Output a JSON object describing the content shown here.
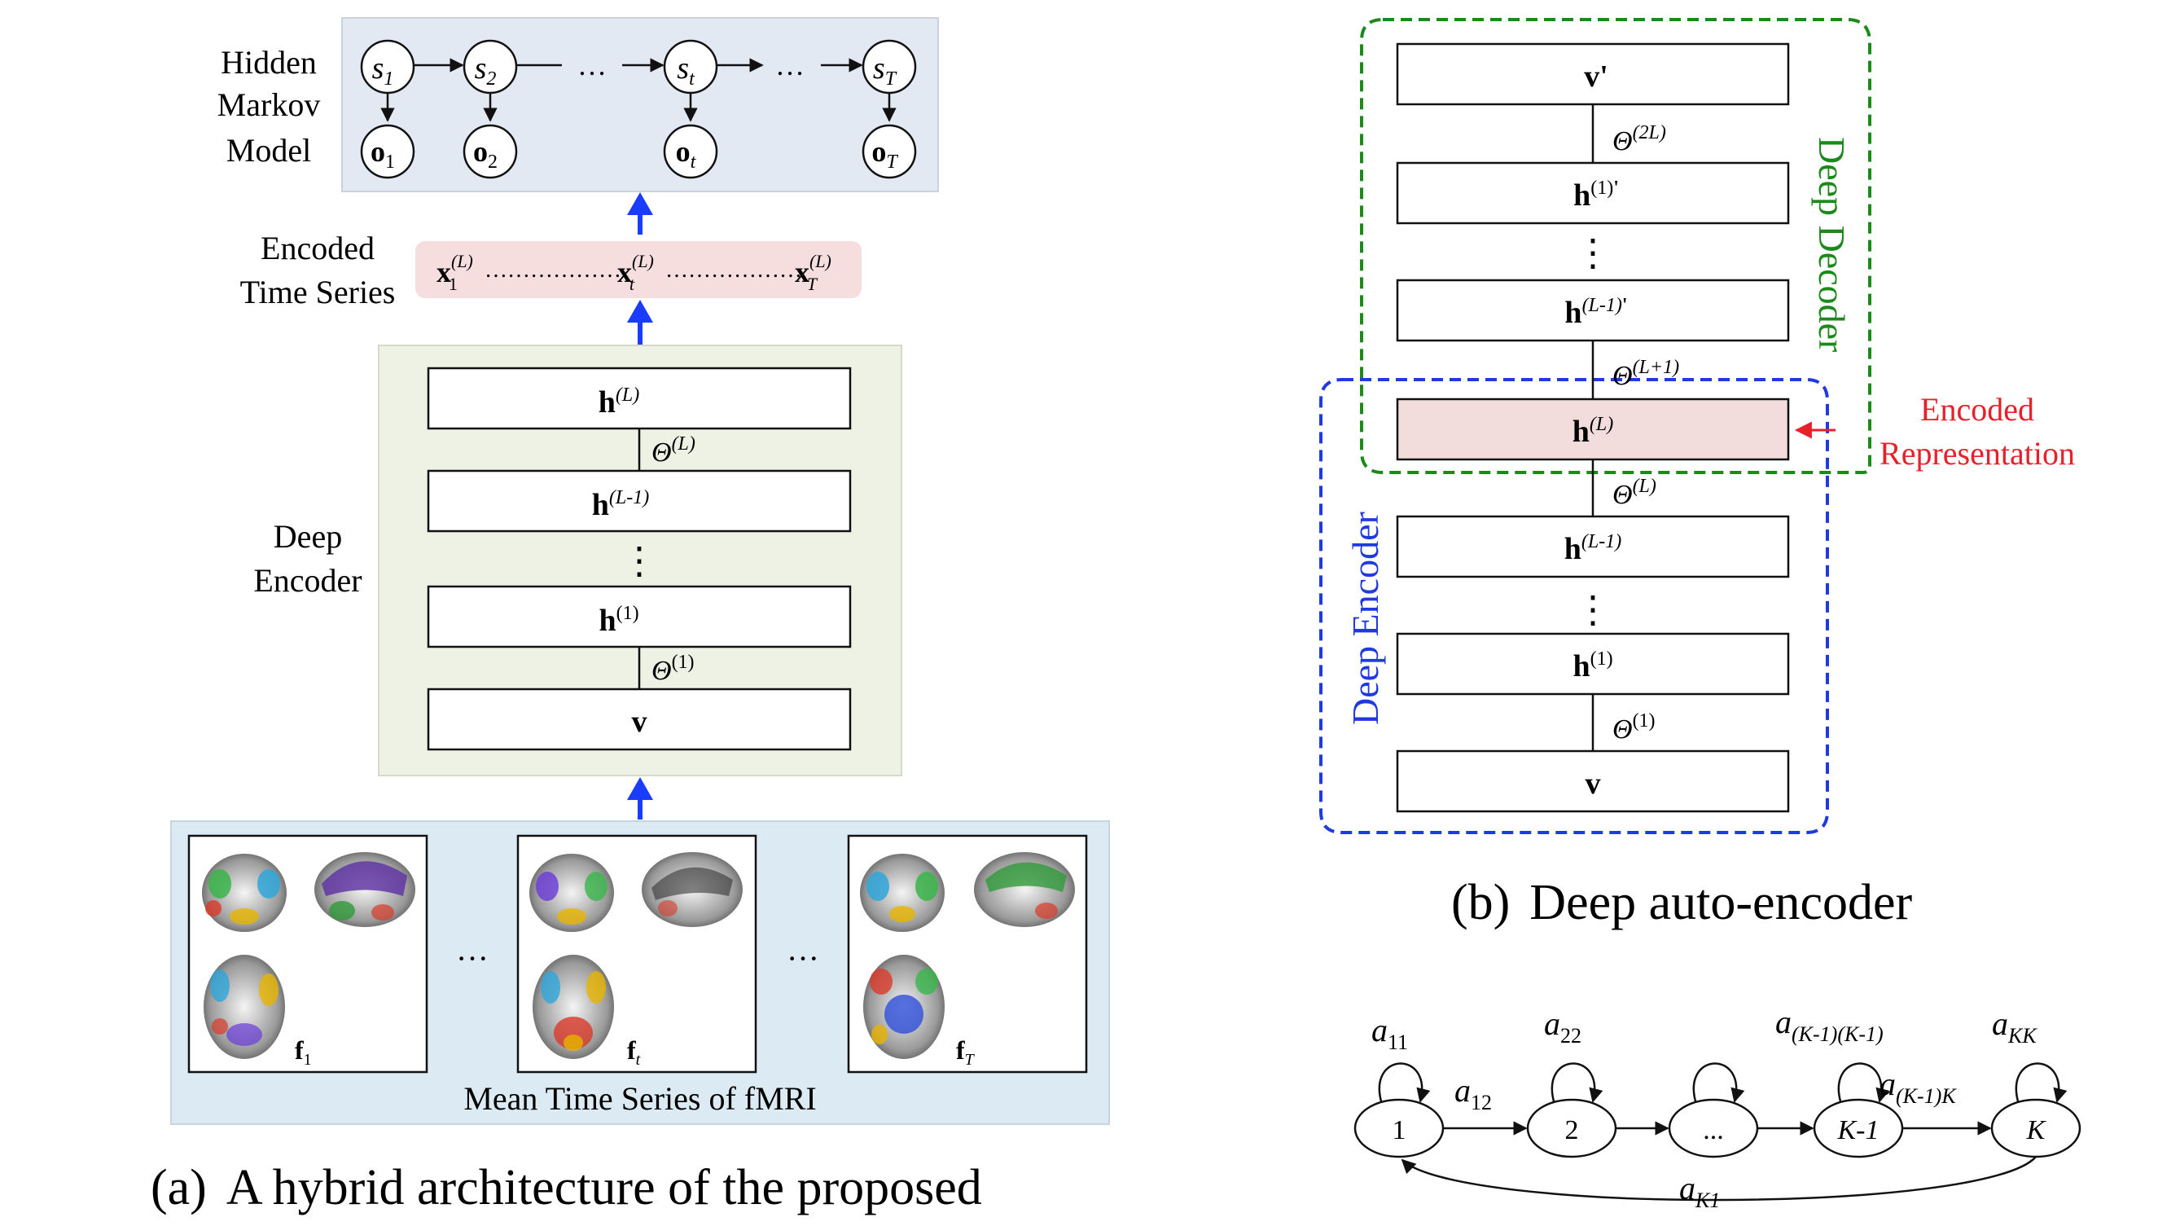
{
  "colors": {
    "hmm_bg": "#e2e9f3",
    "series_bg": "#f6dede",
    "encoder_bg": "#eef2e4",
    "fmri_bg": "#dcebf3",
    "arrow_blue": "#1a3cff",
    "encoded_fill": "#f3dcdc",
    "decoder_green": "#1b8a1b",
    "encoder_blue": "#1f3be0",
    "encoded_red": "#e8202a"
  },
  "hmm": {
    "label_line1": "Hidden",
    "label_line2": "Markov",
    "label_line3": "Model",
    "states": [
      {
        "base": "s",
        "sub": "1"
      },
      {
        "base": "s",
        "sub": "2"
      },
      {
        "base": "s",
        "sub": "t"
      },
      {
        "base": "s",
        "sub": "T"
      }
    ],
    "observations": [
      {
        "base": "o",
        "sub": "1"
      },
      {
        "base": "o",
        "sub": "2"
      },
      {
        "base": "o",
        "sub": "t"
      },
      {
        "base": "o",
        "sub": "T"
      }
    ],
    "ellipsis": "…"
  },
  "encoded_series": {
    "label_line1": "Encoded",
    "label_line2": "Time Series",
    "items": [
      {
        "base": "x",
        "sub": "1",
        "sup": "(L)"
      },
      {
        "base": "x",
        "sub": "t",
        "sup": "(L)"
      },
      {
        "base": "x",
        "sub": "T",
        "sup": "(L)"
      }
    ],
    "dots": "………………"
  },
  "encoder_a": {
    "label_line1": "Deep",
    "label_line2": "Encoder",
    "layers": [
      {
        "base": "h",
        "sup": "(L)"
      },
      {
        "base": "h",
        "sup": "(L-1)"
      },
      {
        "base": "h",
        "sup": "(1)"
      },
      {
        "base": "v",
        "sup": ""
      }
    ],
    "weights": [
      {
        "base": "Θ",
        "sup": "(L)"
      },
      {
        "base": "Θ",
        "sup": "(1)"
      }
    ],
    "vdots": "⋮"
  },
  "fmri": {
    "label": "Mean Time Series of fMRI",
    "frames": [
      {
        "base": "f",
        "sub": "1"
      },
      {
        "base": "f",
        "sub": "t"
      },
      {
        "base": "f",
        "sub": "T"
      }
    ],
    "ellipsis": "···"
  },
  "caption_a": {
    "tag": "(a)",
    "text": "A hybrid architecture of the proposed"
  },
  "autoencoder": {
    "layers": [
      {
        "base": "v",
        "sup": "",
        "prime": "'"
      },
      {
        "base": "h",
        "sup": "(1)",
        "prime": "'"
      },
      {
        "base": "h",
        "sup": "(L-1)",
        "prime": "'"
      },
      {
        "base": "h",
        "sup": "(L)",
        "prime": ""
      },
      {
        "base": "h",
        "sup": "(L-1)",
        "prime": ""
      },
      {
        "base": "h",
        "sup": "(1)",
        "prime": ""
      },
      {
        "base": "v",
        "sup": "",
        "prime": ""
      }
    ],
    "weights": [
      {
        "base": "Θ",
        "sup": "(2L)"
      },
      {
        "base": "Θ",
        "sup": "(L+1)"
      },
      {
        "base": "Θ",
        "sup": "(L)"
      },
      {
        "base": "Θ",
        "sup": "(1)"
      }
    ],
    "vdots": "⋮",
    "decoder_label": "Deep Decoder",
    "encoder_label": "Deep Encoder",
    "encoded_label_line1": "Encoded",
    "encoded_label_line2": "Representation"
  },
  "caption_b": {
    "tag": "(b)",
    "text": "Deep auto-encoder"
  },
  "markov_chain": {
    "states": [
      "1",
      "2",
      "...",
      "K-1",
      "K"
    ],
    "self_loops": [
      {
        "base": "a",
        "sub": "11"
      },
      {
        "base": "a",
        "sub": "22"
      },
      {
        "base": "a",
        "sub": "(K-1)(K-1)"
      },
      {
        "base": "a",
        "sub": "KK"
      }
    ],
    "transitions": [
      {
        "base": "a",
        "sub": "12"
      },
      {
        "base": "a",
        "sub": "(K-1)K"
      }
    ],
    "return": {
      "base": "a",
      "sub": "K1"
    }
  }
}
